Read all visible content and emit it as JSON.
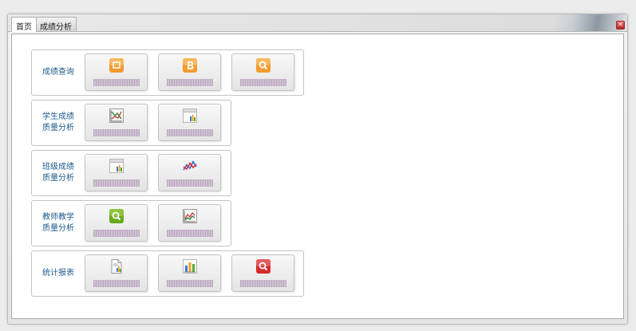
{
  "tabs": [
    {
      "label": "首页",
      "active": true
    },
    {
      "label": "成绩分析",
      "active": false
    }
  ],
  "close_label": "×",
  "groups": [
    {
      "label_lines": [
        "成绩查询"
      ],
      "tiles": [
        {
          "icon": "window-icon",
          "caption": ""
        },
        {
          "icon": "letter-b-icon",
          "caption": ""
        },
        {
          "icon": "search-icon",
          "caption": ""
        }
      ]
    },
    {
      "label_lines": [
        "学生成绩",
        "质量分析"
      ],
      "tiles": [
        {
          "icon": "line-chart-icon",
          "caption": ""
        },
        {
          "icon": "bar-chart-window-icon",
          "caption": ""
        }
      ]
    },
    {
      "label_lines": [
        "班级成绩",
        "质量分析"
      ],
      "tiles": [
        {
          "icon": "bar-chart-window-icon",
          "caption": ""
        },
        {
          "icon": "trend-line-icon",
          "caption": ""
        }
      ]
    },
    {
      "label_lines": [
        "教师教学",
        "质量分析"
      ],
      "tiles": [
        {
          "icon": "search-icon",
          "caption": ""
        },
        {
          "icon": "line-chart-icon",
          "caption": ""
        }
      ]
    },
    {
      "label_lines": [
        "统计报表"
      ],
      "tiles": [
        {
          "icon": "report-document-icon",
          "caption": ""
        },
        {
          "icon": "bar-chart-icon",
          "caption": ""
        },
        {
          "icon": "search-icon",
          "caption": ""
        }
      ]
    }
  ],
  "colors": {
    "label_text": "#1f5a8c",
    "orange_icon": "#f29b2e",
    "green_icon": "#6aaa1e",
    "red_icon": "#d42b2b"
  }
}
